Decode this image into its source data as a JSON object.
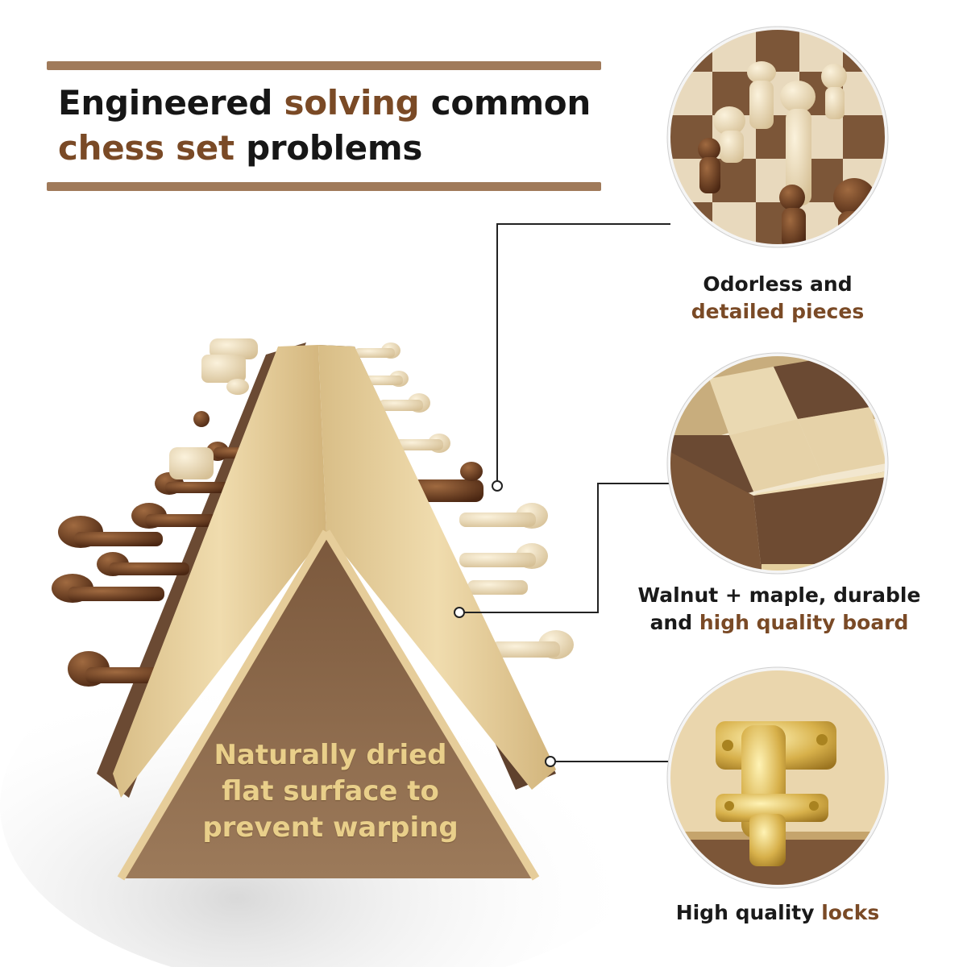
{
  "headline": {
    "line1": [
      {
        "text": "Engineered ",
        "accent": false
      },
      {
        "text": "solving",
        "accent": true
      },
      {
        "text": " common",
        "accent": false
      }
    ],
    "line2": [
      {
        "text": "chess set",
        "accent": true
      },
      {
        "text": " problems",
        "accent": false
      }
    ]
  },
  "prism_label": {
    "line1": "Naturally dried",
    "line2": "flat surface to",
    "line3": "prevent warping"
  },
  "callouts": [
    {
      "line1": [
        {
          "text": "Odorless and",
          "accent": false
        }
      ],
      "line2": [
        {
          "text": "detailed pieces",
          "accent": true
        }
      ]
    },
    {
      "line1": [
        {
          "text": "Walnut + maple, durable",
          "accent": false
        }
      ],
      "line2": [
        {
          "text": "and ",
          "accent": false
        },
        {
          "text": "high quality board",
          "accent": true
        }
      ]
    },
    {
      "line1": [
        {
          "text": "High quality ",
          "accent": false
        },
        {
          "text": "locks",
          "accent": true
        }
      ],
      "line2": []
    }
  ],
  "colors": {
    "accent": "#7a4a26",
    "text": "#161616",
    "bar": "#a07a5a",
    "walnut": "#6f4a30",
    "maple": "#e8d2a4"
  }
}
